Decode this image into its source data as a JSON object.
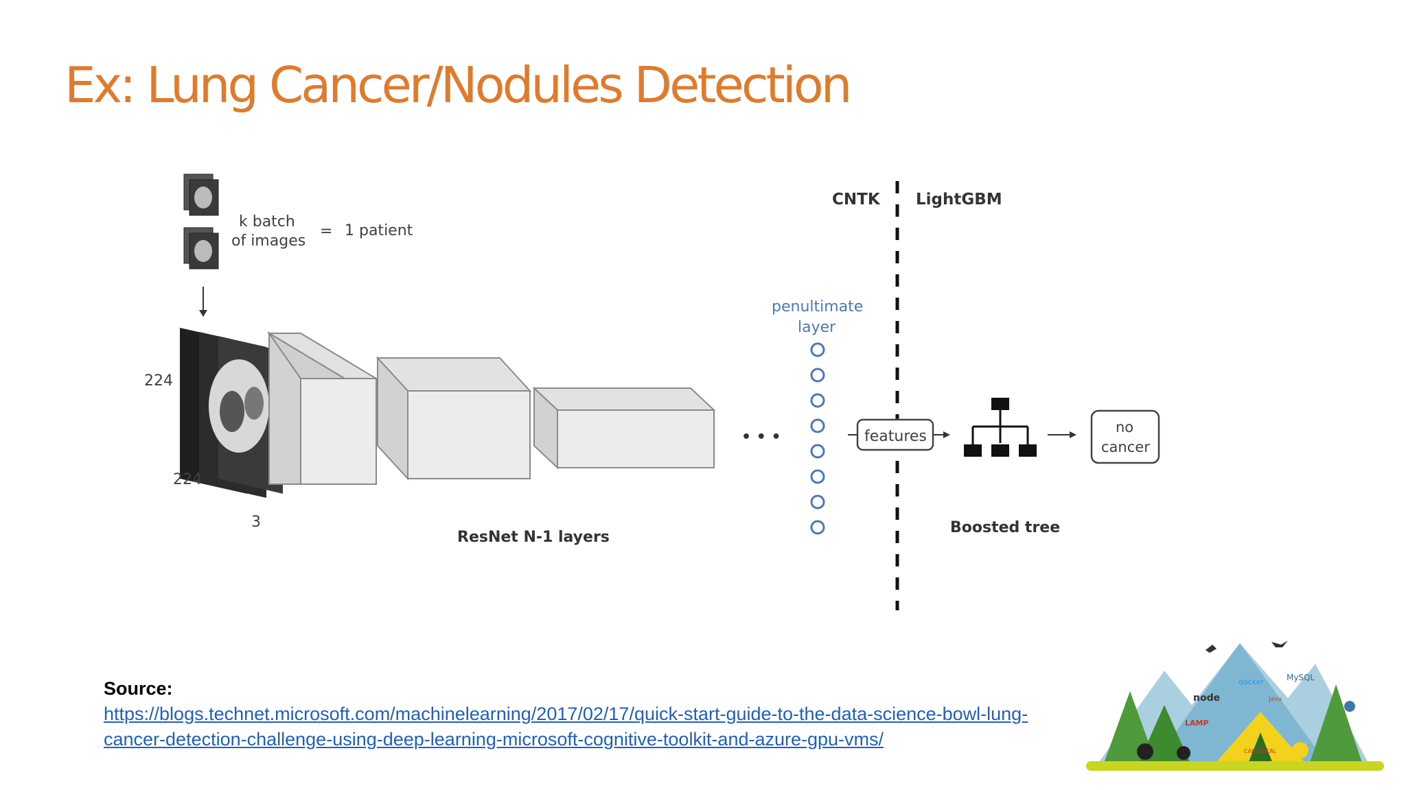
{
  "slide": {
    "title": "Ex: Lung Cancer/Nodules Detection"
  },
  "diagram": {
    "batch_label_line1": "k batch",
    "batch_label_line2": "of images",
    "equals": "=",
    "patient_label": "1 patient",
    "dim_height": "224",
    "dim_width": "224",
    "dim_channels": "3",
    "resnet_label": "ResNet N-1 layers",
    "ellipsis": "• • •",
    "penultimate_line1": "penultimate",
    "penultimate_line2": "layer",
    "cntk_label": "CNTK",
    "lightgbm_label": "LightGBM",
    "features_label": "features",
    "boosted_tree_label": "Boosted tree",
    "output_line1": "no",
    "output_line2": "cancer"
  },
  "source": {
    "label": "Source:",
    "url": "https://blogs.technet.microsoft.com/machinelearning/2017/02/17/quick-start-guide-to-the-data-science-bowl-lung-cancer-detection-challenge-using-deep-learning-microsoft-cognitive-toolkit-and-azure-gpu-vms/"
  },
  "logo": {
    "docker": "docker",
    "mysql": "MySQL",
    "node": "node",
    "lamp": "LAMP",
    "canonical": "CANONICAL",
    "java": "Java"
  },
  "colors": {
    "title": "#e07a2c",
    "link": "#1f5fbf",
    "penultimate": "#4a78b8"
  }
}
